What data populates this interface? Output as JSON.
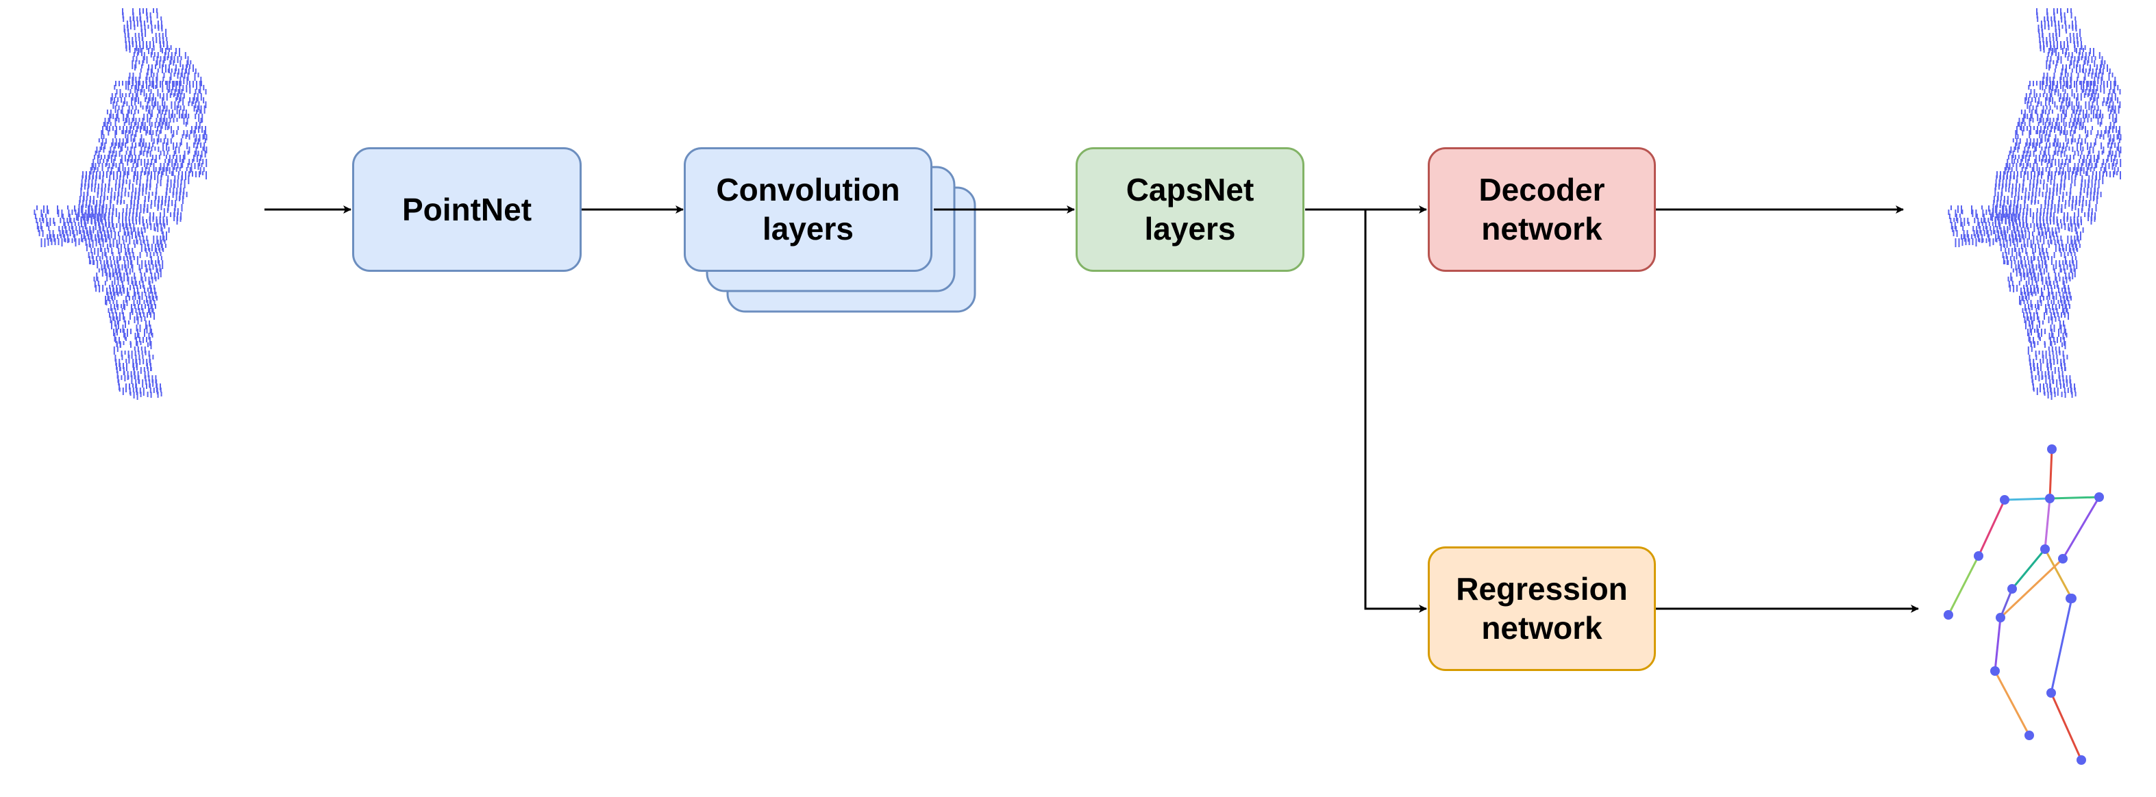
{
  "blocks": {
    "pointnet": "PointNet",
    "conv": "Convolution\nlayers",
    "capsnet": "CapsNet\nlayers",
    "decoder": "Decoder\nnetwork",
    "regression": "Regression\nnetwork"
  },
  "colors": {
    "blue_fill": "#dae8fc",
    "blue_stroke": "#6c8ebf",
    "green_fill": "#d5e8d4",
    "green_stroke": "#82b366",
    "red_fill": "#f8cecc",
    "red_stroke": "#b85450",
    "orange_fill": "#ffe6cc",
    "orange_stroke": "#d79b00",
    "point_cloud": "#5a63f0",
    "arrow": "#000000"
  }
}
